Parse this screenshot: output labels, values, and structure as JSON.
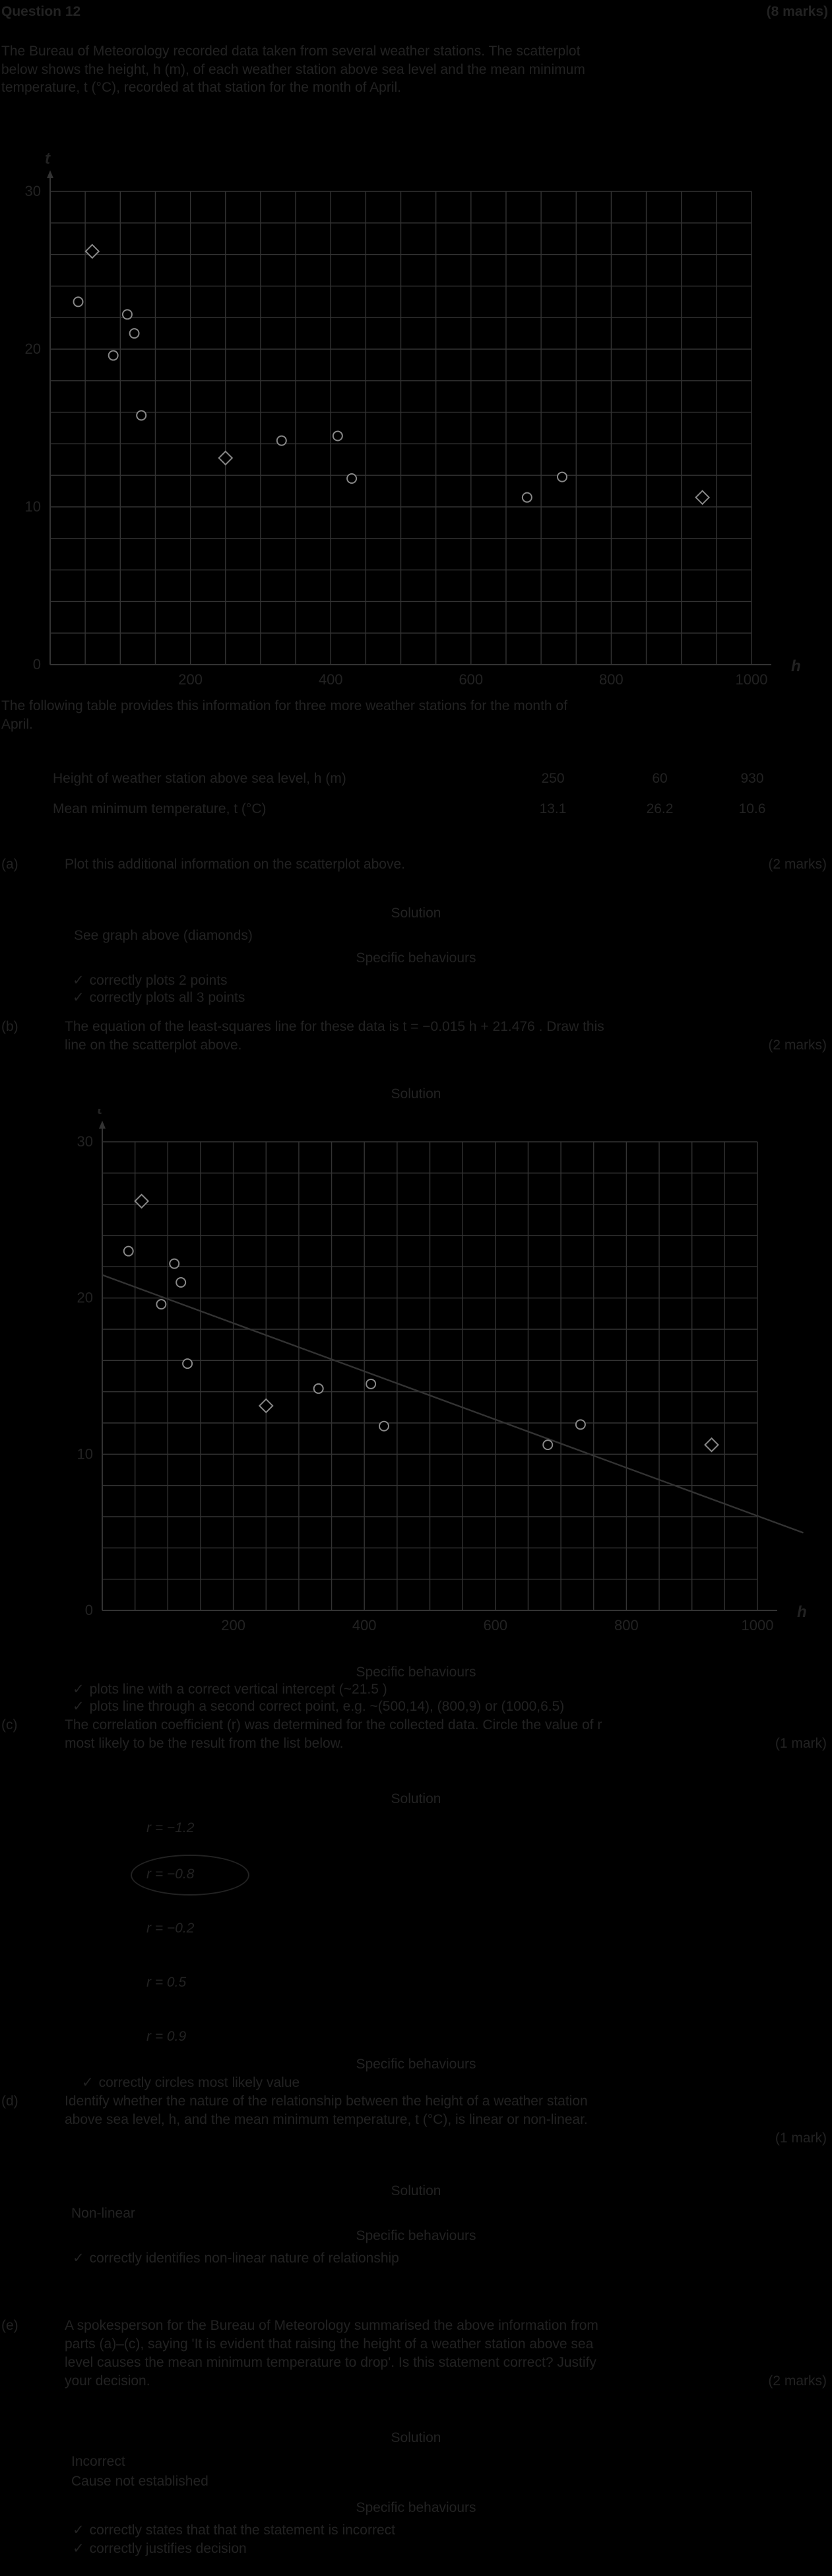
{
  "header": {
    "question": "Question 12",
    "marks": "(8 marks)"
  },
  "intro": [
    "The Bureau of Meteorology recorded data taken from several weather stations. The scatterplot",
    "below shows the height, h (m), of each weather station above sea level and the mean minimum",
    "temperature, t (°C), recorded at that station for the month of April."
  ],
  "chart_data": [
    {
      "type": "scatter",
      "xlabel": "h",
      "ylabel": "t",
      "xlim": [
        0,
        1000
      ],
      "ylim": [
        0,
        30
      ],
      "xticks": [
        200,
        400,
        600,
        800,
        1000
      ],
      "yticks": [
        0,
        10,
        20,
        30
      ],
      "grid": true,
      "series": [
        {
          "marker": "circle",
          "x": [
            40,
            90,
            110,
            120,
            130,
            330,
            410,
            430,
            680,
            730
          ],
          "y": [
            23,
            19.6,
            22.2,
            21,
            15.8,
            14.2,
            14.5,
            11.8,
            10.6,
            11.9
          ]
        },
        {
          "marker": "diamond",
          "x": [
            250,
            60,
            930
          ],
          "y": [
            13.1,
            26.2,
            10.6
          ]
        }
      ]
    },
    {
      "type": "scatter",
      "xlabel": "h",
      "ylabel": "t",
      "xlim": [
        0,
        1000
      ],
      "ylim": [
        0,
        30
      ],
      "xticks": [
        200,
        400,
        600,
        800,
        1000
      ],
      "yticks": [
        0,
        10,
        20,
        30
      ],
      "grid": true,
      "series": [
        {
          "marker": "circle",
          "x": [
            40,
            90,
            110,
            120,
            130,
            330,
            410,
            430,
            680,
            730
          ],
          "y": [
            23,
            19.6,
            22.2,
            21,
            15.8,
            14.2,
            14.5,
            11.8,
            10.6,
            11.9
          ]
        },
        {
          "marker": "diamond",
          "x": [
            250,
            60,
            930
          ],
          "y": [
            13.1,
            26.2,
            10.6
          ]
        }
      ],
      "line": {
        "x": [
          0,
          1070
        ],
        "y": [
          21.476,
          4.97
        ]
      }
    }
  ],
  "table_intro": [
    "The following table provides this information for three more weather stations for the month of",
    "April."
  ],
  "table": {
    "rows": [
      {
        "label": "Height of weather station above sea level, h (m)",
        "values": [
          "250",
          "60",
          "930"
        ]
      },
      {
        "label": "Mean minimum temperature, t (°C)",
        "values": [
          "13.1",
          "26.2",
          "10.6"
        ]
      }
    ]
  },
  "part_a": {
    "label": "(a)",
    "text": "Plot this additional information on the scatterplot above.",
    "marks": "(2 marks)",
    "solution_title": "Solution",
    "solution": "See graph above (diamonds)",
    "behaviours_title": "Specific behaviours",
    "behaviours": [
      "correctly plots 2 points",
      "correctly plots all 3 points"
    ]
  },
  "part_b": {
    "label": "(b)",
    "line1": "The equation of the least-squares line for these data is  t = −0.015 h + 21.476 . Draw this",
    "line2": "line on the scatterplot above.",
    "marks": "(2 marks)",
    "solution_title": "Solution",
    "behaviours_title": "Specific behaviours",
    "behaviours": [
      "plots line with a correct vertical intercept (~21.5 )",
      "plots line through a second correct point, e.g. ~(500,14), (800,9) or (1000,6.5)"
    ]
  },
  "part_c": {
    "label": "(c)",
    "line1": "The correlation coefficient (r) was determined for the collected data. Circle the value of r",
    "line2": "most likely to be the result from the list below.",
    "marks": "(1 mark)",
    "solution_title": "Solution",
    "options": [
      "r = −1.2",
      "r = −0.8",
      "r = −0.2",
      "r = 0.5",
      "r = 0.9"
    ],
    "behaviours_title": "Specific behaviours",
    "behaviours": [
      "correctly circles most likely value"
    ]
  },
  "part_d": {
    "label": "(d)",
    "line1": "Identify whether the nature of the relationship between  the height of a weather station",
    "line2": "above sea level, h, and the mean minimum temperature, t (°C), is linear or non-linear.",
    "marks": "(1 mark)",
    "solution_title": "Solution",
    "solution": "Non-linear",
    "behaviours_title": "Specific behaviours",
    "behaviours": [
      "correctly identifies  non-linear nature of relationship"
    ]
  },
  "part_e": {
    "label": "(e)",
    "lines": [
      "A spokesperson for the Bureau of Meteorology summarised  the above information from",
      "parts (a)–(c), saying 'It is evident that raising the height of a weather station above sea",
      "level causes the mean minimum temperature to drop'. Is this statement correct? Justify",
      "your decision."
    ],
    "marks": "(2 marks)",
    "solution_title": "Solution",
    "solution": [
      "Incorrect",
      "Cause not established"
    ],
    "behaviours_title": "Specific behaviours",
    "behaviours": [
      "correctly states that that the statement is incorrect",
      "correctly justifies decision"
    ]
  }
}
